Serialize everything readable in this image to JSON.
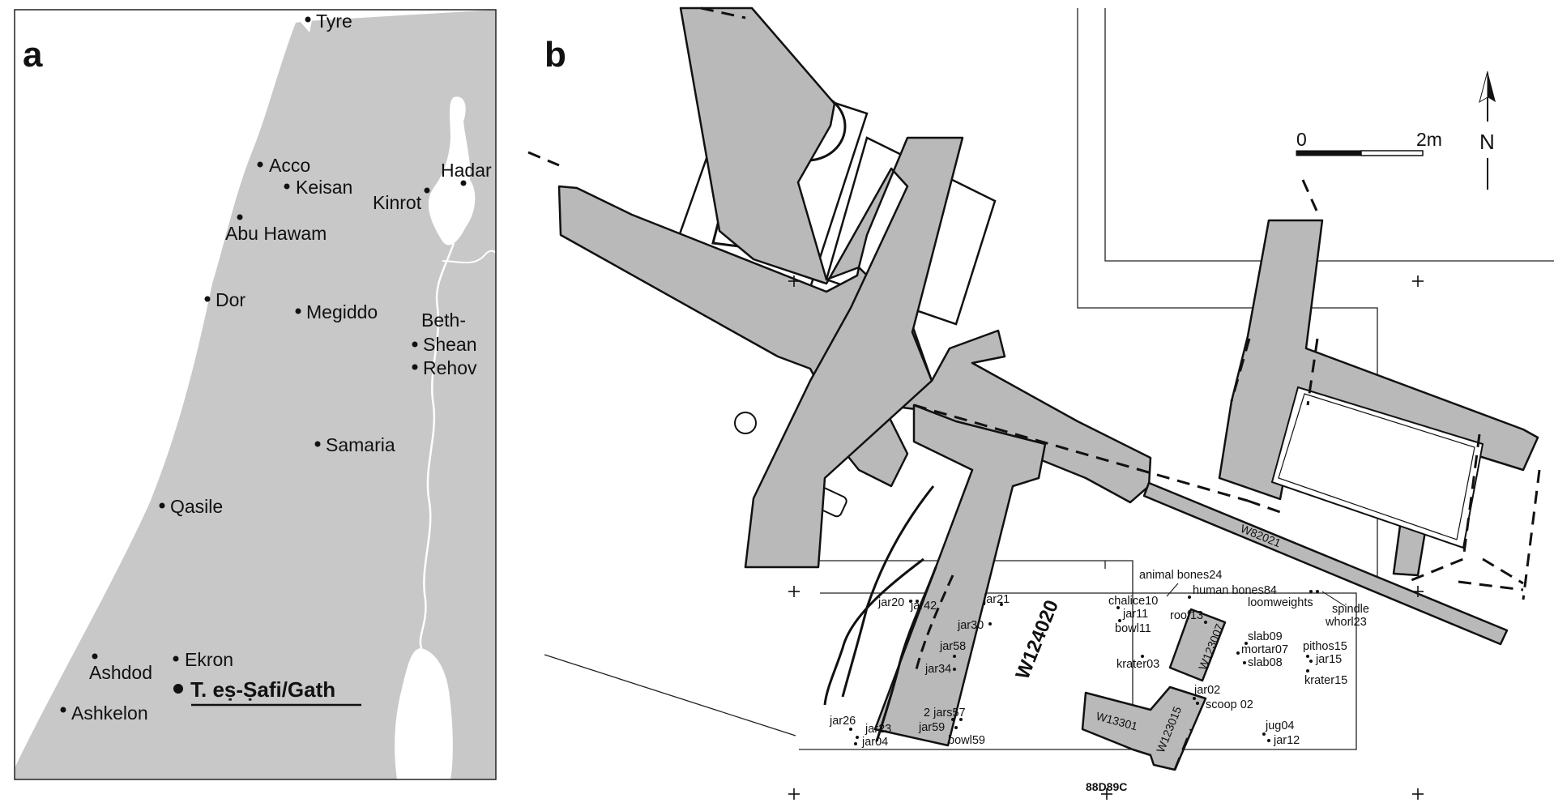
{
  "panel_a": {
    "letter": "a",
    "places": [
      {
        "name": "Tyre"
      },
      {
        "name": "Acco"
      },
      {
        "name": "Keisan"
      },
      {
        "name": "Hadar"
      },
      {
        "name": "Kinrot"
      },
      {
        "name": "Abu Hawam"
      },
      {
        "name": "Dor"
      },
      {
        "name": "Megiddo"
      },
      {
        "name": "Beth-"
      },
      {
        "name": "Shean"
      },
      {
        "name": "Rehov"
      },
      {
        "name": "Samaria"
      },
      {
        "name": "Qasile"
      },
      {
        "name": "Ashdod"
      },
      {
        "name": "Ekron"
      },
      {
        "name": "T. eṣ-Ṣafi/Gath"
      },
      {
        "name": "Ashkelon"
      }
    ]
  },
  "panel_b": {
    "letter": "b",
    "scale_bar": {
      "start_label": "0",
      "end_label": "2m"
    },
    "north_label": "N",
    "grid_label": "88D89C",
    "walls": {
      "w124020": "W124020",
      "w82021": "W82021",
      "w123007": "W123007",
      "w13301": "W13301",
      "w123015": "W123015"
    },
    "finds": [
      {
        "label": "animal bones24"
      },
      {
        "label": "human bones84"
      },
      {
        "label": "loomweights"
      },
      {
        "label": "spindle"
      },
      {
        "label": "whorl23"
      },
      {
        "label": "chalice10"
      },
      {
        "label": "jar11"
      },
      {
        "label": "bowl11"
      },
      {
        "label": "roof13"
      },
      {
        "label": "slab09"
      },
      {
        "label": "mortar07"
      },
      {
        "label": "slab08"
      },
      {
        "label": "pithos15"
      },
      {
        "label": "jar15"
      },
      {
        "label": "krater15"
      },
      {
        "label": "krater03"
      },
      {
        "label": "jar02"
      },
      {
        "label": "scoop 02"
      },
      {
        "label": "jug04"
      },
      {
        "label": "jar12"
      },
      {
        "label": "jar20"
      },
      {
        "label": "jar42"
      },
      {
        "label": "jar21"
      },
      {
        "label": "jar30"
      },
      {
        "label": "jar58"
      },
      {
        "label": "jar34"
      },
      {
        "label": "jar26"
      },
      {
        "label": "jar23"
      },
      {
        "label": "jar04"
      },
      {
        "label": "2 jars57"
      },
      {
        "label": "jar59"
      },
      {
        "label": "bowl59"
      }
    ]
  }
}
